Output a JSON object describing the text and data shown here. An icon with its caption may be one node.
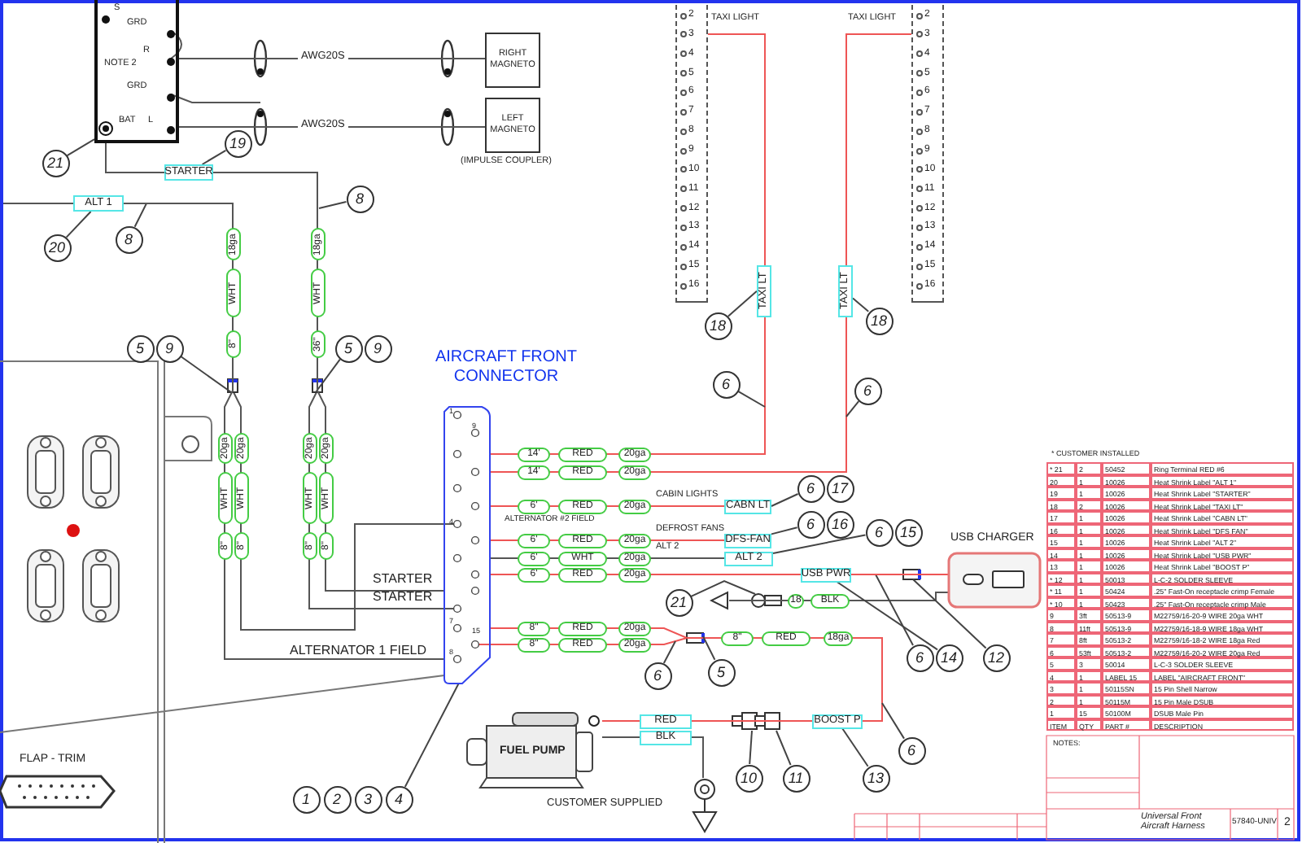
{
  "diagram": {
    "nodes": [
      {
        "text": [
          "S",
          "GRD",
          "R",
          "GRD",
          "NOTE 2",
          "BAT",
          "L"
        ]
      },
      {
        "text": [
          "RIGHT MAGNETO"
        ]
      },
      {
        "text": [
          "LEFT MAGNETO"
        ],
        "beside": [
          "(IMPULSE COUPLER)"
        ]
      },
      {
        "text": [
          "2",
          "3",
          "4",
          "5",
          "6",
          "7",
          "8",
          "9",
          "10",
          "11",
          "12",
          "13",
          "14",
          "15",
          "16"
        ],
        "beside": [
          "TAXI LIGHT"
        ]
      },
      {
        "text": [
          "2",
          "3",
          "4",
          "5",
          "6",
          "7",
          "8",
          "9",
          "10",
          "11",
          "12",
          "13",
          "14",
          "15",
          "16"
        ],
        "beside": [
          "TAXI LIGHT"
        ]
      },
      {
        "text": [
          "AIRCRAFT FRONT CONNECTOR",
          "1",
          "9",
          "4",
          "7",
          "15",
          "8"
        ]
      },
      {
        "text": [
          "USB CHARGER"
        ]
      },
      {
        "text": [
          "FUEL PUMP"
        ]
      },
      {
        "text": [],
        "shape": "ground"
      },
      {
        "text": [],
        "shape": "ground"
      },
      {
        "text": [
          "21"
        ]
      },
      {
        "text": [
          "19"
        ]
      },
      {
        "text": [
          "20"
        ]
      },
      {
        "text": [
          "8"
        ]
      },
      {
        "text": [
          "8"
        ]
      },
      {
        "text": [
          "5",
          "9"
        ]
      },
      {
        "text": [
          "5",
          "9"
        ]
      },
      {
        "text": [
          "18"
        ]
      },
      {
        "text": [
          "18"
        ]
      },
      {
        "text": [
          "6"
        ]
      },
      {
        "text": [
          "6"
        ]
      },
      {
        "text": [
          "6",
          "17"
        ]
      },
      {
        "text": [
          "6",
          "16"
        ]
      },
      {
        "text": [
          "6",
          "15"
        ]
      },
      {
        "text": [
          "21"
        ]
      },
      {
        "text": [
          "6"
        ]
      },
      {
        "text": [
          "5"
        ]
      },
      {
        "text": [
          "6",
          "14"
        ]
      },
      {
        "text": [
          "12"
        ]
      },
      {
        "text": [
          "6"
        ]
      },
      {
        "text": [
          "10"
        ]
      },
      {
        "text": [
          "11"
        ]
      },
      {
        "text": [
          "13"
        ]
      },
      {
        "text": [
          "1",
          "2",
          "3",
          "4"
        ]
      },
      {
        "text": [
          "STARTER"
        ]
      },
      {
        "text": [
          "ALT 1"
        ]
      },
      {
        "text": [
          "TAXI LT"
        ]
      },
      {
        "text": [
          "TAXI LT"
        ]
      },
      {
        "text": [
          "CABN LT"
        ]
      },
      {
        "text": [
          "DFS-FAN"
        ]
      },
      {
        "text": [
          "ALT 2"
        ]
      },
      {
        "text": [
          "USB PWR"
        ]
      },
      {
        "text": [
          "BOOST P"
        ]
      }
    ],
    "edges": [
      {
        "from": 0,
        "to": 1,
        "arrow": "none",
        "label": "AWG20S"
      },
      {
        "from": 0,
        "to": 2,
        "arrow": "none",
        "label": "AWG20S"
      },
      {
        "from": 0,
        "to": 34,
        "arrow": "none"
      },
      {
        "from": null,
        "to": 35,
        "arrow": "none"
      },
      {
        "from": 5,
        "to": 36,
        "arrow": "none",
        "color": "#ee5555"
      },
      {
        "from": 5,
        "to": 37,
        "arrow": "none",
        "color": "#ee5555"
      },
      {
        "from": 5,
        "to": 38,
        "arrow": "none",
        "color": "#ee5555"
      },
      {
        "from": 5,
        "to": 39,
        "arrow": "none",
        "color": "#ee5555"
      },
      {
        "from": 5,
        "to": 40,
        "arrow": "none"
      },
      {
        "from": 5,
        "to": 41,
        "arrow": "none",
        "color": "#ee5555"
      },
      {
        "from": 5,
        "to": 42,
        "arrow": "none",
        "color": "#ee5555"
      },
      {
        "from": 6,
        "to": 9,
        "arrow": "none"
      },
      {
        "from": 7,
        "to": 8,
        "arrow": "none"
      },
      {
        "from": 10,
        "to": 0,
        "arrow": "none"
      },
      {
        "from": 11,
        "to": 34,
        "arrow": "none"
      },
      {
        "from": 12,
        "to": 35,
        "arrow": "none"
      },
      {
        "from": 13,
        "to": null,
        "arrow": "none"
      },
      {
        "from": 14,
        "to": null,
        "arrow": "none"
      },
      {
        "from": 15,
        "to": null,
        "arrow": "none"
      },
      {
        "from": 16,
        "to": null,
        "arrow": "none"
      },
      {
        "from": 17,
        "to": 36,
        "arrow": "none"
      },
      {
        "from": 18,
        "to": 37,
        "arrow": "none"
      },
      {
        "from": 19,
        "to": null,
        "arrow": "none"
      },
      {
        "from": 20,
        "to": null,
        "arrow": "none"
      },
      {
        "from": 21,
        "to": 38,
        "arrow": "none"
      },
      {
        "from": 22,
        "to": 39,
        "arrow": "none"
      },
      {
        "from": 23,
        "to": 40,
        "arrow": "none"
      },
      {
        "from": 24,
        "to": null,
        "arrow": "none"
      },
      {
        "from": 25,
        "to": null,
        "arrow": "none"
      },
      {
        "from": 26,
        "to": null,
        "arrow": "none"
      },
      {
        "from": 27,
        "to": null,
        "arrow": "none"
      },
      {
        "from": 27,
        "to": 41,
        "arrow": "none"
      },
      {
        "from": 28,
        "to": null,
        "arrow": "none"
      },
      {
        "from": 29,
        "to": null,
        "arrow": "none"
      },
      {
        "from": 30,
        "to": null,
        "arrow": "none"
      },
      {
        "from": 31,
        "to": null,
        "arrow": "none"
      },
      {
        "from": 32,
        "to": 42,
        "arrow": "none"
      },
      {
        "from": 33,
        "to": 5,
        "arrow": "none"
      },
      {
        "from": 34,
        "to": 5,
        "arrow": "none"
      },
      {
        "from": 35,
        "to": 5,
        "arrow": "none"
      },
      {
        "from": 36,
        "to": 3,
        "arrow": "none",
        "color": "#ee5555"
      },
      {
        "from": 37,
        "to": 4,
        "arrow": "none",
        "color": "#ee5555"
      },
      {
        "from": 41,
        "to": 6,
        "arrow": "none",
        "color": "#ee5555"
      },
      {
        "from": 42,
        "to": 7,
        "arrow": "none",
        "color": "#ee5555"
      }
    ],
    "labels": [
      "18ga",
      "WHT",
      "8\"",
      "18ga",
      "WHT",
      "36\"",
      "20ga",
      "20ga",
      "20ga",
      "20ga",
      "WHT",
      "WHT",
      "WHT",
      "WHT",
      "8\"",
      "8\"",
      "8\"",
      "8\"",
      "STARTER",
      "STARTER",
      "ALTERNATOR 1 FIELD",
      "FLAP - TRIM",
      "14'",
      "RED",
      "20ga",
      "14'",
      "RED",
      "20ga",
      "6'",
      "RED",
      "20ga",
      "ALTERNATOR #2 FIELD",
      "CABIN LIGHTS",
      "6'",
      "RED",
      "20ga",
      "DEFROST FANS",
      "6'",
      "WHT",
      "20ga",
      "ALT 2",
      "6'",
      "RED",
      "20ga",
      "18",
      "BLK",
      "8\"",
      "RED",
      "20ga",
      "8\"",
      "RED",
      "20ga",
      "8\"",
      "RED",
      "18ga",
      "RED",
      "BLK",
      "CUSTOMER SUPPLIED",
      "* CUSTOMER INSTALLED",
      "* 21",
      "2",
      "50452",
      "Ring Terminal RED #6",
      "20",
      "1",
      "10026",
      "Heat Shrink Label \"ALT 1\"",
      "19",
      "1",
      "10026",
      "Heat Shrink Label \"STARTER\"",
      "18",
      "2",
      "10026",
      "Heat Shrink Label \"TAXI LT\"",
      "17",
      "1",
      "10026",
      "Heat Shrink Label \"CABN LT\"",
      "16",
      "1",
      "10026",
      "Heat Shrink Label \"DFS FAN\"",
      "15",
      "1",
      "10026",
      "Heat Shrink Label \"ALT 2\"",
      "14",
      "1",
      "10026",
      "Heat Shrink Label \"USB PWR\"",
      "13",
      "1",
      "10026",
      "Heat Shrink Label \"BOOST P\"",
      "* 12",
      "1",
      "50013",
      "L-C-2 SOLDER SLEEVE",
      "* 11",
      "1",
      "50424",
      ".25\" Fast-On receptacle crimp Female",
      "* 10",
      "1",
      "50423",
      ".25\" Fast-On receptacle crimp Male",
      "9",
      "3ft",
      "50513-9",
      "M22759/16-20-9 WIRE 20ga WHT",
      "8",
      "11ft",
      "50513-9",
      "M22759/16-18-9 WIRE 18ga WHT",
      "7",
      "8ft",
      "50513-2",
      "M22759/16-18-2 WIRE 18ga Red",
      "6",
      "53ft",
      "50513-2",
      "M22759/16-20-2 WIRE 20ga Red",
      "5",
      "3",
      "50014",
      "L-C-3 SOLDER SLEEVE",
      "4",
      "1",
      "LABEL 15",
      "LABEL \"AIRCRAFT FRONT\"",
      "3",
      "1",
      "50115SN",
      "15 Pin Shell Narrow",
      "2",
      "1",
      "50115M",
      "15 Pin Male DSUB",
      "1",
      "15",
      "50100M",
      "DSUB Male Pin",
      "ITEM",
      "QTY",
      "PART #",
      "DESCRIPTION",
      "NOTES:",
      "Universal Front Aircraft Harness",
      "57840-UNIV",
      "2"
    ]
  }
}
